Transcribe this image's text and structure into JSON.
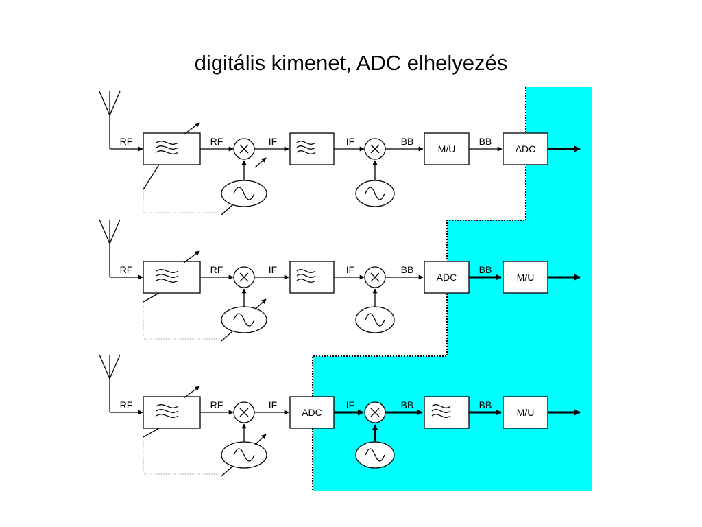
{
  "title": "digitális kimenet, ADC elhelyezés",
  "colors": {
    "digital_zone": "#00ffff",
    "line": "#000000",
    "feedback": "#999999"
  },
  "chains": [
    {
      "signal_labels": [
        "RF",
        "RF",
        "IF",
        "IF",
        "BB",
        "BB"
      ],
      "blocks": {
        "first": "M/U",
        "second": "ADC"
      }
    },
    {
      "signal_labels": [
        "RF",
        "RF",
        "IF",
        "IF",
        "BB",
        "BB"
      ],
      "blocks": {
        "first": "ADC",
        "second": "M/U"
      }
    },
    {
      "signal_labels": [
        "RF",
        "RF",
        "IF",
        "IF",
        "BB",
        "BB"
      ],
      "blocks": {
        "first": "ADC",
        "second": "M/U"
      }
    }
  ],
  "icons": {
    "antenna": "antenna-icon",
    "filter": "filter-icon",
    "mixer": "mixer-icon",
    "oscillator": "oscillator-icon",
    "tunable": "tuning-arrow-icon"
  }
}
